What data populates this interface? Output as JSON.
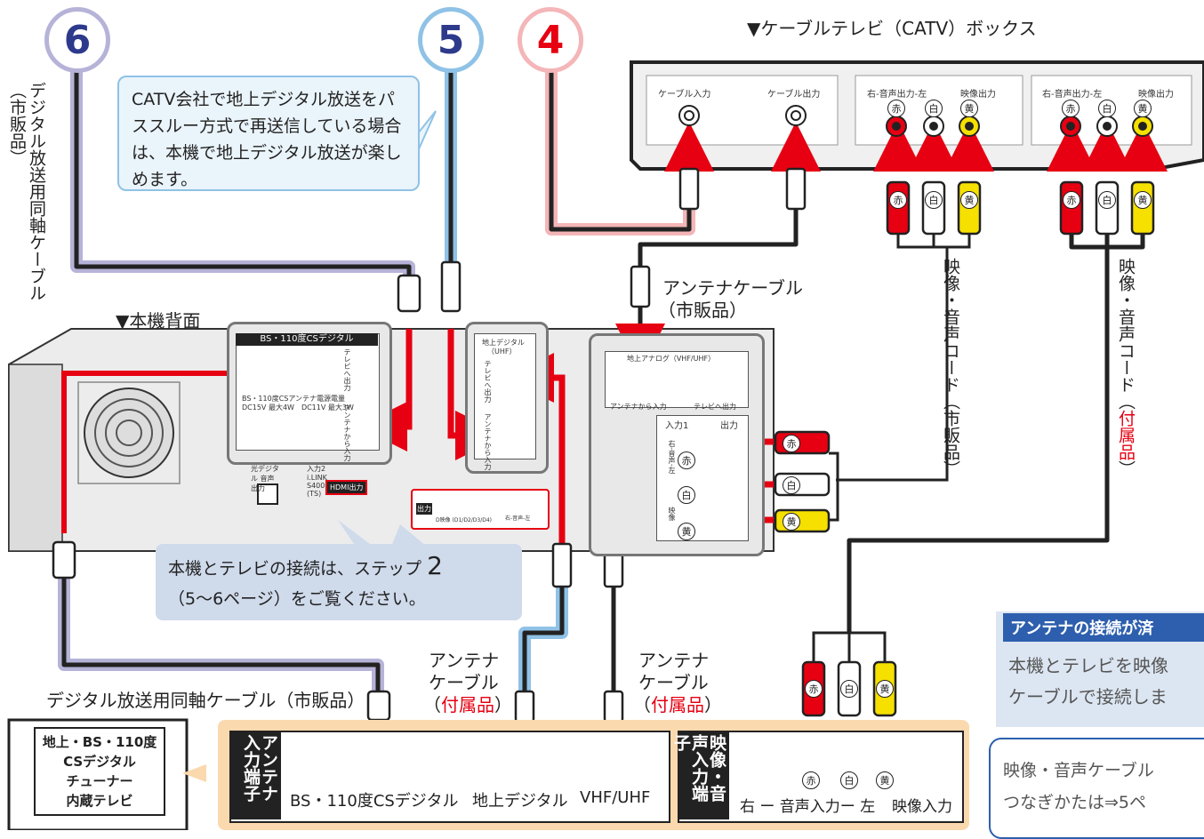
{
  "steps": {
    "six": "6",
    "five": "5",
    "four": "4"
  },
  "colors": {
    "step6": "#b6b3d8",
    "step5": "#8fc2e6",
    "step4": "#f4b6b8",
    "accent_red": "#e60012",
    "terminal_band": "#fbd9ae",
    "info_blue": "#2d5fae"
  },
  "catv_title": "▼ケーブルテレビ（CATV）ボックス",
  "catv_box": {
    "cable_in": "ケーブル入力",
    "cable_out": "ケーブル出力",
    "audio_out1": "右-音声出力-左",
    "video_out1": "映像出力",
    "audio_out2": "右-音声出力-左",
    "video_out2": "映像出力"
  },
  "badges": {
    "red": "赤",
    "white": "白",
    "yellow": "黄"
  },
  "left_cable_vertical": "デジタル放送用同軸ケーブル",
  "left_cable_vertical_note": "（市販品）",
  "callout_catv": "CATV会社で地上デジタル放送をパススルー方式で再送信している場合は、本機で地上デジタル放送が楽しめます。",
  "antenna_cable_top": {
    "line1": "アンテナケーブル",
    "line2": "（市販品）"
  },
  "rear_title": "▼本機背面",
  "panel_bs": {
    "header": "BS・110度CSデジタル",
    "tv_out": "テレビへ出力",
    "ant_in": "アンテナから入力",
    "power_note1": "BS・110度CSアンテナ電源電量",
    "power_note2": "DC15V 最大4W　DC11V 最大3W"
  },
  "panel_uhf": {
    "header1": "地上デジタル",
    "header2": "（UHF）",
    "tv_out": "テレビへ出力",
    "ant_in": "アンテナから入力"
  },
  "panel_analog": {
    "header": "地上アナログ（VHF/UHF）",
    "ant_in": "アンテナから入力",
    "tv_out": "テレビへ出力",
    "input1": "入力1",
    "output": "出力",
    "audio_rl": "右-音声-左",
    "video": "映像"
  },
  "device_labels": {
    "hdmi": "HDMI出力",
    "input2": "入力2",
    "ilink": "i.LINK S400 (TS)",
    "optical": "光デジタル 音声出力",
    "d_out": "出力",
    "d_video": "D映像 (D1/D2/D3/D4)",
    "d_audio": "右-音声-左"
  },
  "av_cord_vertical_1": "映像・音声コード（市販品）",
  "av_cord_vertical_2_a": "映像・音声コード（",
  "av_cord_vertical_2_b": "付属品",
  "av_cord_vertical_2_c": "）",
  "tv_connection_note": {
    "line1_a": "本機とテレビの接続は、ステップ",
    "line1_num": "2",
    "line2": "（5～6ページ）をご覧ください。"
  },
  "antenna_cable_a": {
    "l1": "アンテナ",
    "l2": "ケーブル",
    "l3": "付属品"
  },
  "antenna_cable_b": {
    "l1": "アンテナ",
    "l2": "ケーブル",
    "l3": "付属品"
  },
  "bottom_cable_label": "デジタル放送用同軸ケーブル（市販品）",
  "tv_box": {
    "l1": "地上・BS・110度",
    "l2": "CSデジタル",
    "l3": "チューナー",
    "l4": "内蔵テレビ"
  },
  "antenna_terminals": {
    "head": "アンテナ入力端子",
    "bs": "BS・110度CSデジタル",
    "uhf": "地上デジタル",
    "vhf": "VHF/UHF"
  },
  "av_terminals": {
    "head": "映像・音声入力端子",
    "audio": "右 ー 音声入力ー 左",
    "video": "映像入力"
  },
  "info": {
    "title": "アンテナの接続が済",
    "body1": "本機とテレビを映像",
    "body2": "ケーブルで接続しま",
    "note1": "映像・音声ケーブル",
    "note2": "つなぎかたは⇒5ペ"
  }
}
